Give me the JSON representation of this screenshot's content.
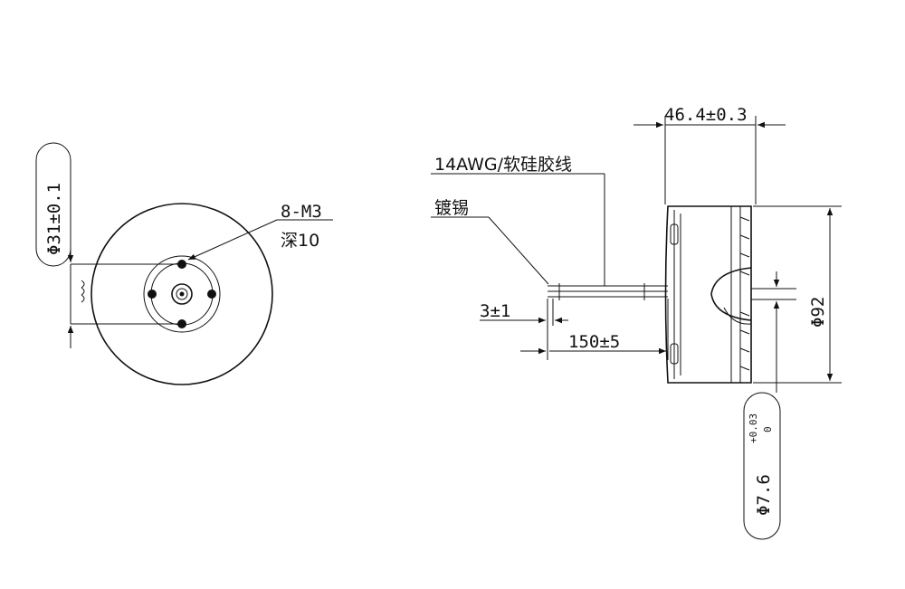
{
  "annotations": {
    "shaft_hub_diameter": "Φ31±0.1",
    "screw_spec": "8-M3",
    "screw_depth": "深10",
    "cable_spec": "14AWG/软硅胶线",
    "tinned_end": "镀锡",
    "strip_length": "3±1",
    "lead_length": "150±5",
    "motor_height": "46.4±0.3",
    "outer_diameter": "Φ92",
    "shaft_diameter": "Φ7.6",
    "shaft_tol_upper": "+0.03",
    "shaft_tol_lower": "0"
  },
  "colors": {
    "line": "#111111",
    "background": "#ffffff"
  }
}
